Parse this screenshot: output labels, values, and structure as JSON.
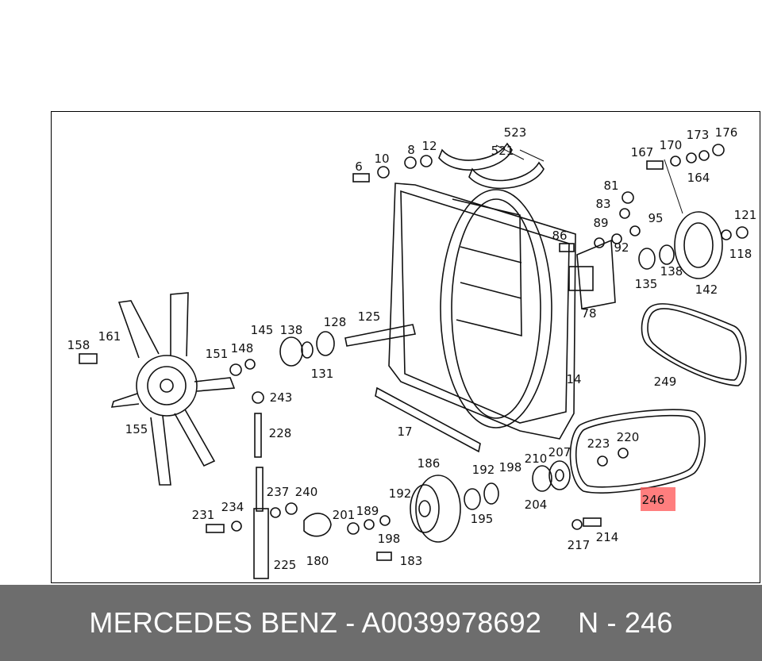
{
  "footer": {
    "part_text": "MERCEDES BENZ - A0039978692",
    "ref_text": "N - 246"
  },
  "highlight": {
    "label": "246",
    "color": "#ff5a5a"
  },
  "parts": [
    {
      "id": "523"
    },
    {
      "id": "521"
    },
    {
      "id": "6"
    },
    {
      "id": "10"
    },
    {
      "id": "8"
    },
    {
      "id": "12"
    },
    {
      "id": "167"
    },
    {
      "id": "170"
    },
    {
      "id": "173"
    },
    {
      "id": "176"
    },
    {
      "id": "164"
    },
    {
      "id": "81"
    },
    {
      "id": "83"
    },
    {
      "id": "89"
    },
    {
      "id": "95"
    },
    {
      "id": "121"
    },
    {
      "id": "86"
    },
    {
      "id": "92"
    },
    {
      "id": "118"
    },
    {
      "id": "135"
    },
    {
      "id": "138"
    },
    {
      "id": "142"
    },
    {
      "id": "78"
    },
    {
      "id": "249"
    },
    {
      "id": "14"
    },
    {
      "id": "158"
    },
    {
      "id": "161"
    },
    {
      "id": "145"
    },
    {
      "id": "138"
    },
    {
      "id": "128"
    },
    {
      "id": "125"
    },
    {
      "id": "151"
    },
    {
      "id": "148"
    },
    {
      "id": "131"
    },
    {
      "id": "243"
    },
    {
      "id": "155"
    },
    {
      "id": "228"
    },
    {
      "id": "17"
    },
    {
      "id": "223"
    },
    {
      "id": "220"
    },
    {
      "id": "207"
    },
    {
      "id": "186"
    },
    {
      "id": "192"
    },
    {
      "id": "198"
    },
    {
      "id": "210"
    },
    {
      "id": "246"
    },
    {
      "id": "237"
    },
    {
      "id": "240"
    },
    {
      "id": "192"
    },
    {
      "id": "195"
    },
    {
      "id": "204"
    },
    {
      "id": "231"
    },
    {
      "id": "234"
    },
    {
      "id": "201"
    },
    {
      "id": "189"
    },
    {
      "id": "198"
    },
    {
      "id": "217"
    },
    {
      "id": "214"
    },
    {
      "id": "225"
    },
    {
      "id": "180"
    },
    {
      "id": "183"
    }
  ]
}
